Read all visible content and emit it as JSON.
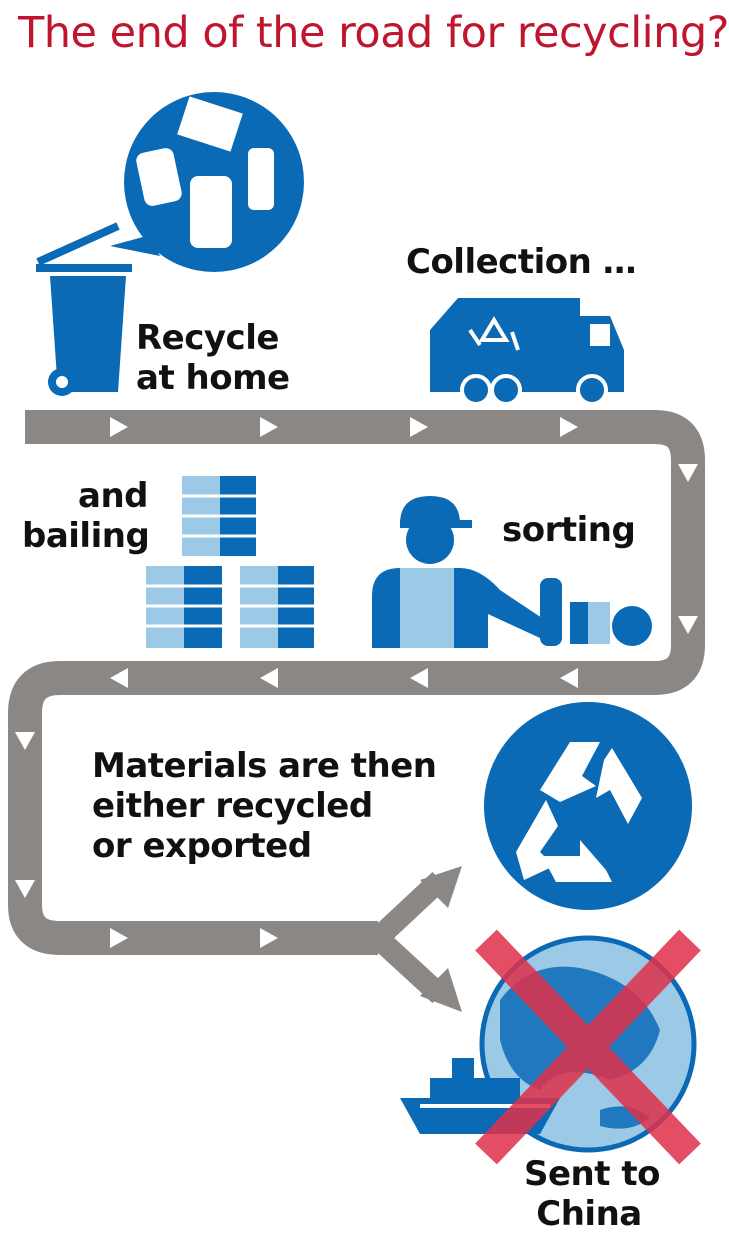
{
  "title": "The end of the road for recycling?",
  "steps": {
    "recycle": [
      "Recycle",
      "at home"
    ],
    "collection": "Collection …",
    "bailing": [
      "and",
      "bailing"
    ],
    "sorting": "sorting",
    "materials": [
      "Materials are then",
      "either recycled",
      "or exported"
    ],
    "china": [
      "Sent to",
      "China"
    ]
  },
  "icons": {
    "bin": "recycling-bin-icon",
    "truck": "recycling-truck-icon",
    "bales": "bales-icon",
    "worker": "sorting-worker-icon",
    "recycle": "recycle-symbol-icon",
    "globe": "globe-icon",
    "ship": "cargo-ship-icon",
    "cross": "red-cross-icon"
  },
  "colors": {
    "title": "#c0152f",
    "blue": "#0a6ab6",
    "light_blue": "#9ccae6",
    "belt": "#8a8784",
    "cross": "#e0304a"
  }
}
